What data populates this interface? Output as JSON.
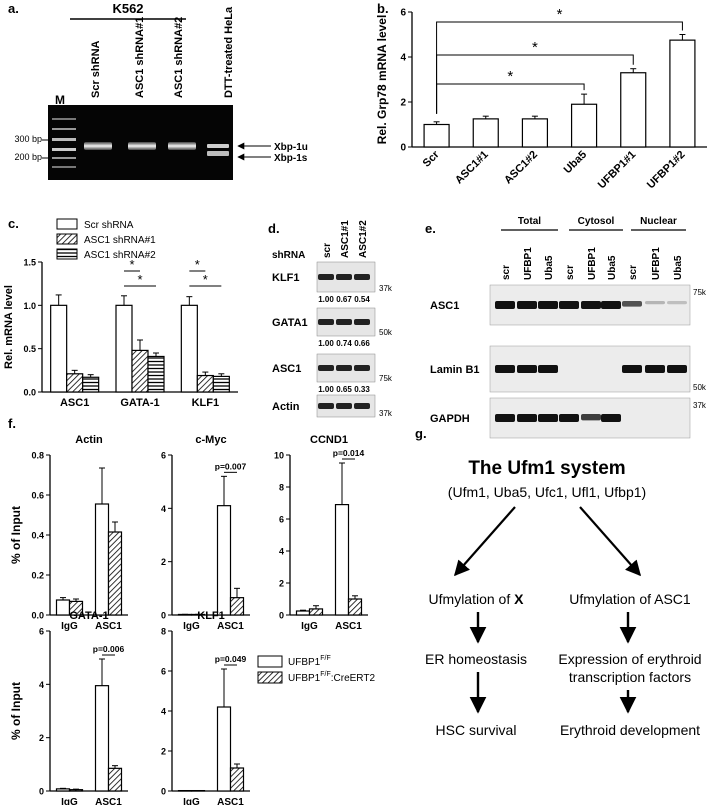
{
  "panel_labels": [
    "a.",
    "b.",
    "c.",
    "d.",
    "e.",
    "f.",
    "g."
  ],
  "panel_a": {
    "group_label": "K562",
    "marker_label": "M",
    "lanes": [
      "Scr shRNA",
      "ASC1 shRNA#1",
      "ASC1 shRNA#2",
      "DTT-treated HeLa"
    ],
    "size_markers": [
      "300 bp",
      "200 bp"
    ],
    "band_labels": [
      "Xbp-1u",
      "Xbp-1s"
    ]
  },
  "panel_d": {
    "row_header": "shRNA",
    "lanes": [
      "scr",
      "ASC1#1",
      "ASC1#2"
    ],
    "blots": [
      {
        "name": "KLF1",
        "mw": "37k",
        "values": [
          "1.00",
          "0.67",
          "0.54"
        ]
      },
      {
        "name": "GATA1",
        "mw": "50k",
        "values": [
          "1.00",
          "0.74",
          "0.66"
        ]
      },
      {
        "name": "ASC1",
        "mw": "75k",
        "values": [
          "1.00",
          "0.65",
          "0.33"
        ]
      },
      {
        "name": "Actin",
        "mw": "37k",
        "values": []
      }
    ]
  },
  "panel_e": {
    "groups": [
      "Total",
      "Cytosol",
      "Nuclear"
    ],
    "lanes": [
      "scr",
      "UFBP1",
      "Uba5",
      "scr",
      "UFBP1",
      "Uba5",
      "scr",
      "UFBP1",
      "Uba5"
    ],
    "blots": [
      {
        "name": "ASC1",
        "mw": [
          "75k"
        ]
      },
      {
        "name": "Lamin B1",
        "mw": [
          "50k"
        ]
      },
      {
        "name": "GAPDH",
        "mw": [
          "37k"
        ]
      }
    ]
  },
  "panel_g": {
    "title": "The Ufm1 system",
    "subtitle": "(Ufm1, Uba5, Ufc1, Ufl1, Ufbp1)",
    "left_branch": [
      "Ufmylation of ",
      "X",
      "ER homeostasis",
      "HSC survival"
    ],
    "right_branch": [
      "Ufmylation of ASC1",
      "Expression of erythroid",
      "transcription factors",
      "Erythroid development"
    ]
  },
  "panel_f_legend": [
    "UFBP1",
    "F/F",
    "UFBP1",
    "F/F",
    ":CreERT2"
  ],
  "chart_data": [
    {
      "panel": "b",
      "type": "bar",
      "categories": [
        "Scr",
        "ASC1#1",
        "ASC1#2",
        "Uba5",
        "UFBP1#1",
        "UFBP1#2"
      ],
      "values": [
        1.0,
        1.25,
        1.25,
        1.9,
        3.3,
        4.75
      ],
      "errors": [
        0.12,
        0.12,
        0.12,
        0.45,
        0.18,
        0.25
      ],
      "ylabel": "Rel. Grp78 mRNA level",
      "ylim": [
        0,
        6
      ],
      "yticks": [
        0,
        2,
        4,
        6
      ],
      "significance": [
        {
          "from": 0,
          "to": 3,
          "label": "*"
        },
        {
          "from": 0,
          "to": 4,
          "label": "*"
        },
        {
          "from": 0,
          "to": 5,
          "label": "*"
        }
      ]
    },
    {
      "panel": "c",
      "type": "bar",
      "categories": [
        "ASC1",
        "GATA-1",
        "KLF1"
      ],
      "series": [
        {
          "name": "Scr shRNA",
          "values": [
            1.0,
            1.0,
            1.0
          ],
          "errors": [
            0.12,
            0.11,
            0.1
          ]
        },
        {
          "name": "ASC1 shRNA#1",
          "values": [
            0.21,
            0.48,
            0.19
          ],
          "errors": [
            0.04,
            0.12,
            0.04
          ]
        },
        {
          "name": "ASC1 shRNA#2",
          "values": [
            0.17,
            0.41,
            0.18
          ],
          "errors": [
            0.03,
            0.04,
            0.03
          ]
        }
      ],
      "ylabel": "Rel. mRNA level",
      "ylim": [
        0,
        1.5
      ],
      "yticks": [
        "0.0",
        "0.5",
        "1.0",
        "1.5"
      ],
      "significance": [
        {
          "category": 1,
          "pairs": [
            [
              0,
              1
            ],
            [
              0,
              2
            ]
          ],
          "label": "*"
        },
        {
          "category": 2,
          "pairs": [
            [
              0,
              1
            ],
            [
              0,
              2
            ]
          ],
          "label": "*"
        }
      ]
    },
    {
      "panel": "f",
      "type": "bar",
      "title": "Actin",
      "categories": [
        "IgG",
        "ASC1"
      ],
      "series": [
        {
          "values": [
            0.075,
            0.555
          ],
          "errors": [
            0.012,
            0.18
          ]
        },
        {
          "values": [
            0.068,
            0.415
          ],
          "errors": [
            0.012,
            0.05
          ]
        }
      ],
      "ylabel": "% of Input",
      "ylim": [
        0,
        0.8
      ],
      "yticks": [
        "0.0",
        "0.2",
        "0.4",
        "0.6",
        "0.8"
      ],
      "pvalue": ""
    },
    {
      "panel": "f",
      "type": "bar",
      "title": "c-Myc",
      "categories": [
        "IgG",
        "ASC1"
      ],
      "series": [
        {
          "values": [
            0.02,
            4.1
          ],
          "errors": [
            0.005,
            1.1
          ]
        },
        {
          "values": [
            0.02,
            0.65
          ],
          "errors": [
            0.005,
            0.35
          ]
        }
      ],
      "ylabel": "",
      "ylim": [
        0,
        6
      ],
      "yticks": [
        "0",
        "2",
        "4",
        "6"
      ],
      "pvalue": "p=0.007"
    },
    {
      "panel": "f",
      "type": "bar",
      "title": "CCND1",
      "categories": [
        "IgG",
        "ASC1"
      ],
      "series": [
        {
          "values": [
            0.25,
            6.9
          ],
          "errors": [
            0.05,
            2.6
          ]
        },
        {
          "values": [
            0.38,
            1.0
          ],
          "errors": [
            0.2,
            0.2
          ]
        }
      ],
      "ylabel": "",
      "ylim": [
        0,
        10
      ],
      "yticks": [
        "0",
        "2",
        "4",
        "6",
        "8",
        "10"
      ],
      "pvalue": "p=0.014"
    },
    {
      "panel": "f",
      "type": "bar",
      "title": "GATA-1",
      "categories": [
        "IgG",
        "ASC1"
      ],
      "series": [
        {
          "values": [
            0.08,
            3.95
          ],
          "errors": [
            0.02,
            1.0
          ]
        },
        {
          "values": [
            0.05,
            0.85
          ],
          "errors": [
            0.02,
            0.1
          ]
        }
      ],
      "ylabel": "% of Input",
      "ylim": [
        0,
        6
      ],
      "yticks": [
        "0",
        "2",
        "4",
        "6"
      ],
      "pvalue": "p=0.006"
    },
    {
      "panel": "f",
      "type": "bar",
      "title": "KLF1",
      "categories": [
        "IgG",
        "ASC1"
      ],
      "series": [
        {
          "values": [
            0.02,
            4.2
          ],
          "errors": [
            0.005,
            1.9
          ]
        },
        {
          "values": [
            0.02,
            1.15
          ],
          "errors": [
            0.005,
            0.2
          ]
        }
      ],
      "ylabel": "",
      "ylim": [
        0,
        8
      ],
      "yticks": [
        "0",
        "2",
        "4",
        "6",
        "8"
      ],
      "pvalue": "p=0.049"
    }
  ]
}
